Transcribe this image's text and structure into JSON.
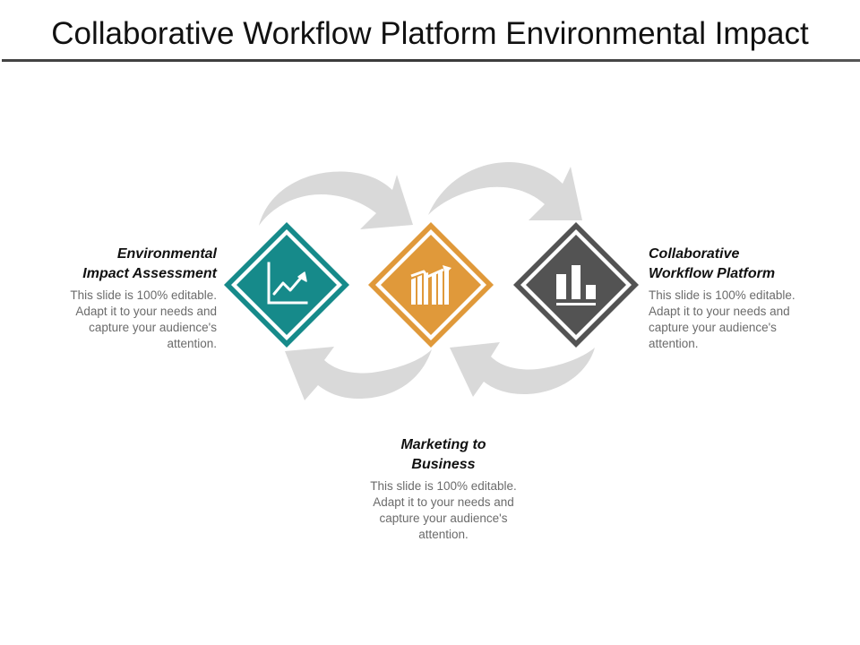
{
  "slide": {
    "title": "Collaborative Workflow Platform Environmental Impact"
  },
  "colors": {
    "teal": "#168A8A",
    "orange": "#E0993A",
    "dark_gray": "#535353",
    "arrow_gray": "#D9D9D9",
    "body_text": "#6b6b6b",
    "heading_text": "#111111"
  },
  "nodes": [
    {
      "id": "environmental-impact-assessment",
      "icon": "line-chart-up-icon",
      "color": "#168A8A",
      "heading_line1": "Environmental",
      "heading_line2": "Impact Assessment",
      "body_lines": [
        "This slide is 100% editable.",
        "Adapt it to your needs and",
        "capture your audience's",
        "attention."
      ]
    },
    {
      "id": "marketing-to-business",
      "icon": "growth-bar-chart-icon",
      "color": "#E0993A",
      "heading_line1": "Marketing to",
      "heading_line2": "Business",
      "body_lines": [
        "This slide is 100% editable.",
        "Adapt it to your needs and",
        "capture your audience's",
        "attention."
      ]
    },
    {
      "id": "collaborative-workflow-platform",
      "icon": "bar-chart-icon",
      "color": "#535353",
      "heading_line1": "Collaborative",
      "heading_line2": "Workflow Platform",
      "body_lines": [
        "This slide is 100% editable.",
        "Adapt it to your needs and",
        "capture your audience's",
        "attention."
      ]
    }
  ],
  "arrows": [
    {
      "id": "arrow-top-left",
      "direction": "left-to-center"
    },
    {
      "id": "arrow-top-right",
      "direction": "center-to-right"
    },
    {
      "id": "arrow-bottom-right",
      "direction": "right-to-center"
    },
    {
      "id": "arrow-bottom-left",
      "direction": "center-to-left"
    }
  ]
}
